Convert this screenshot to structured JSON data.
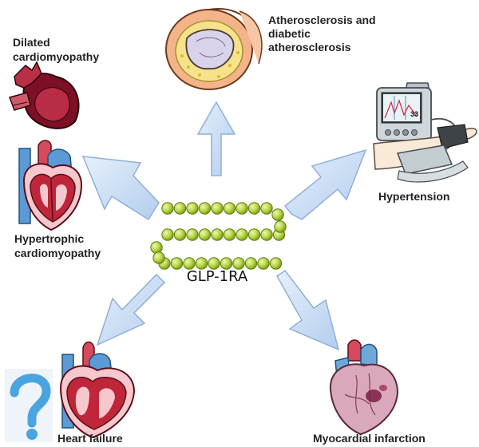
{
  "center": {
    "label": "GLP-1RA"
  },
  "outcomes": {
    "atherosclerosis": {
      "label_line1": "Atherosclerosis and",
      "label_line2": "diabetic",
      "label_line3": "atherosclerosis",
      "icon": "artery-cross-section-icon"
    },
    "dilated": {
      "label_line1": "Dilated",
      "label_line2": "cardiomyopathy",
      "icon": "dilated-heart-icon"
    },
    "hypertrophic": {
      "label_line1": "Hypertrophic",
      "label_line2": "cardiomyopathy",
      "icon": "hypertrophic-heart-icon"
    },
    "hypertension": {
      "label": "Hypertension",
      "monitor_reading": "33",
      "icon": "blood-pressure-monitor-icon"
    },
    "heart_failure": {
      "label": "Heart failure",
      "icon": "failing-heart-icon"
    },
    "mi": {
      "label": "Myocardial infarction",
      "icon": "infarcted-heart-icon"
    }
  },
  "colors": {
    "arrow_fill": "#c7dcf5",
    "arrow_stroke": "#8fb0d8",
    "bead_fill": "#b9d84a",
    "bead_stroke": "#5f7d12",
    "heart_red": "#c0263a",
    "vessel_blue": "#5b9bd5"
  }
}
